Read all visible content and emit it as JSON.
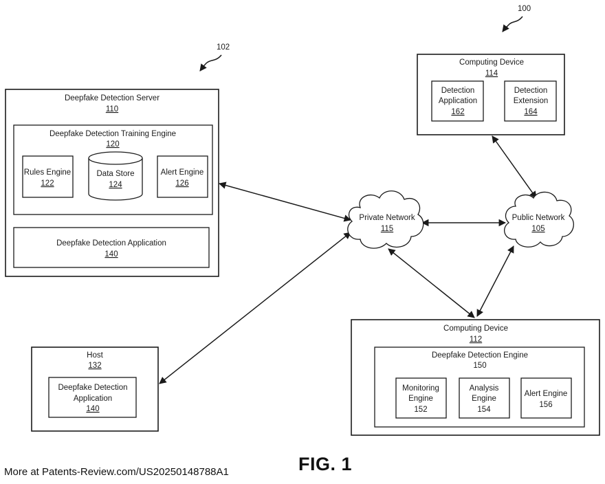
{
  "refs": {
    "system": "100",
    "server_group": "102"
  },
  "server": {
    "title": "Deepfake Detection Server",
    "num": "110",
    "training_engine": {
      "title": "Deepfake Detection Training Engine",
      "num": "120"
    },
    "rules_engine": {
      "title": "Rules Engine",
      "num": "122"
    },
    "data_store": {
      "title": "Data Store",
      "num": "124"
    },
    "alert_engine": {
      "title": "Alert Engine",
      "num": "126"
    },
    "application": {
      "title": "Deepfake Detection Application",
      "num": "140"
    }
  },
  "device_114": {
    "title": "Computing Device",
    "num": "114",
    "detection_app": {
      "line1": "Detection",
      "line2": "Application",
      "num": "162"
    },
    "detection_ext": {
      "line1": "Detection",
      "line2": "Extension",
      "num": "164"
    }
  },
  "private_network": {
    "title": "Private Network",
    "num": "115"
  },
  "public_network": {
    "title": "Public Network",
    "num": "105"
  },
  "host": {
    "title": "Host",
    "num": "132",
    "application": {
      "line1": "Deepfake Detection",
      "line2": "Application",
      "num": "140"
    }
  },
  "device_112": {
    "title": "Computing Device",
    "num": "112",
    "engine": {
      "title": "Deepfake Detection Engine",
      "num": "150"
    },
    "monitoring": {
      "line1": "Monitoring",
      "line2": "Engine",
      "num": "152"
    },
    "analysis": {
      "line1": "Analysis",
      "line2": "Engine",
      "num": "154"
    },
    "alert": {
      "line1": "Alert Engine",
      "num": "156"
    }
  },
  "figure_label": "FIG. 1",
  "footer": "More at Patents-Review.com/US20250148788A1"
}
